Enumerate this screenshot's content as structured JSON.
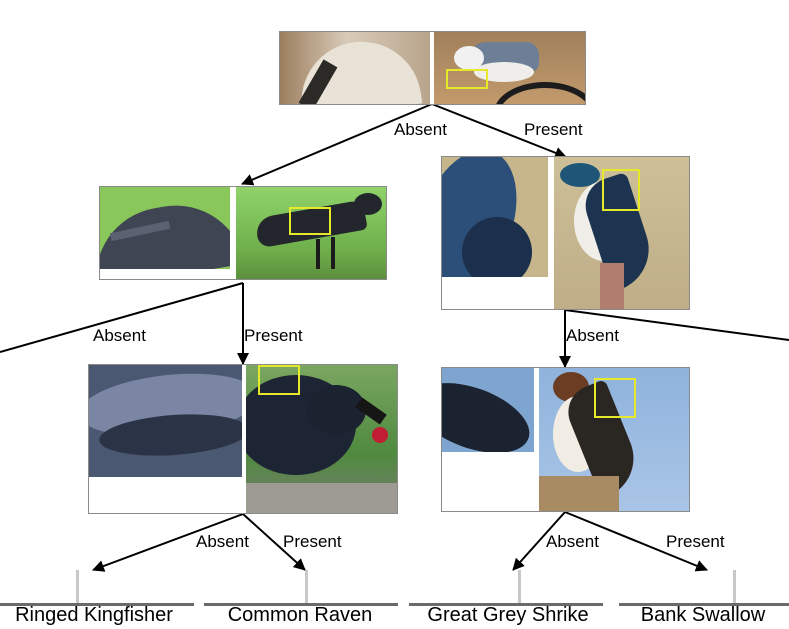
{
  "tree": {
    "root": {
      "left_label": "Absent",
      "right_label": "Present",
      "image_left": "nuthatch wing close-up crop",
      "image_right": "white-breasted nuthatch perched"
    },
    "n_left": {
      "left_label": "Absent",
      "right_label": "Present",
      "image_left": "crow back feathers crop",
      "image_right": "crow walking on grass"
    },
    "n_right": {
      "left_label": "Absent",
      "image_left": "swallow wing crop",
      "image_right": "tree swallow on post"
    },
    "n_left_right": {
      "left_label": "Absent",
      "right_label": "Present",
      "image_left": "raven wing feathers crop",
      "image_right": "raven eating berry"
    },
    "n_right_left": {
      "left_label": "Absent",
      "right_label": "Present",
      "image_left": "swallow wing edge crop",
      "image_right": "swallow perched on post"
    },
    "leaves": [
      "Ringed Kingfisher",
      "Common Raven",
      "Great Grey Shrike",
      "Bank Swallow"
    ]
  },
  "colors": {
    "box": "#e6e82a",
    "edge": "#000000"
  }
}
